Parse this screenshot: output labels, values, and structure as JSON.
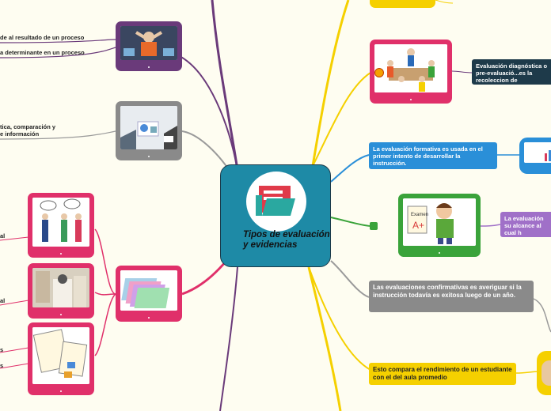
{
  "center": {
    "title": "Tipos de evaluación y evidencias",
    "icon": "folder-icon"
  },
  "left_labels": {
    "l1": "de al resultado de un proceso",
    "l2": "a determinante en un proceso",
    "l3a": "tica, comparación y",
    "l3b": "e información",
    "l4": "al",
    "l5": "al",
    "l6": "s",
    "l7": "s"
  },
  "right_boxes": {
    "diagnostica": "Evaluación diagnóstica o pre-evaluació...es la recoleccion de informacion",
    "formativa": "La evaluación formativa es usada en el primer intento de desarrollar la instrucción.",
    "sumativa": "La evaluación su alcance al cual h importantes al fi",
    "confirmativa": "Las evaluaciones confirmativas es averiguar si la instrucción todavía es exitosa luego de un año.",
    "comparativa": "Esto compara el rendimiento de un estudiante con el del aula promedio"
  },
  "colors": {
    "center": "#1e8aa6",
    "purple": "#6a3a7a",
    "gray": "#8a8a8a",
    "pink": "#e0306a",
    "yellow": "#f5d000",
    "blue": "#2a8fd8",
    "green": "#3aa33a",
    "violet": "#a070c8",
    "dark": "#1e3a4a"
  }
}
